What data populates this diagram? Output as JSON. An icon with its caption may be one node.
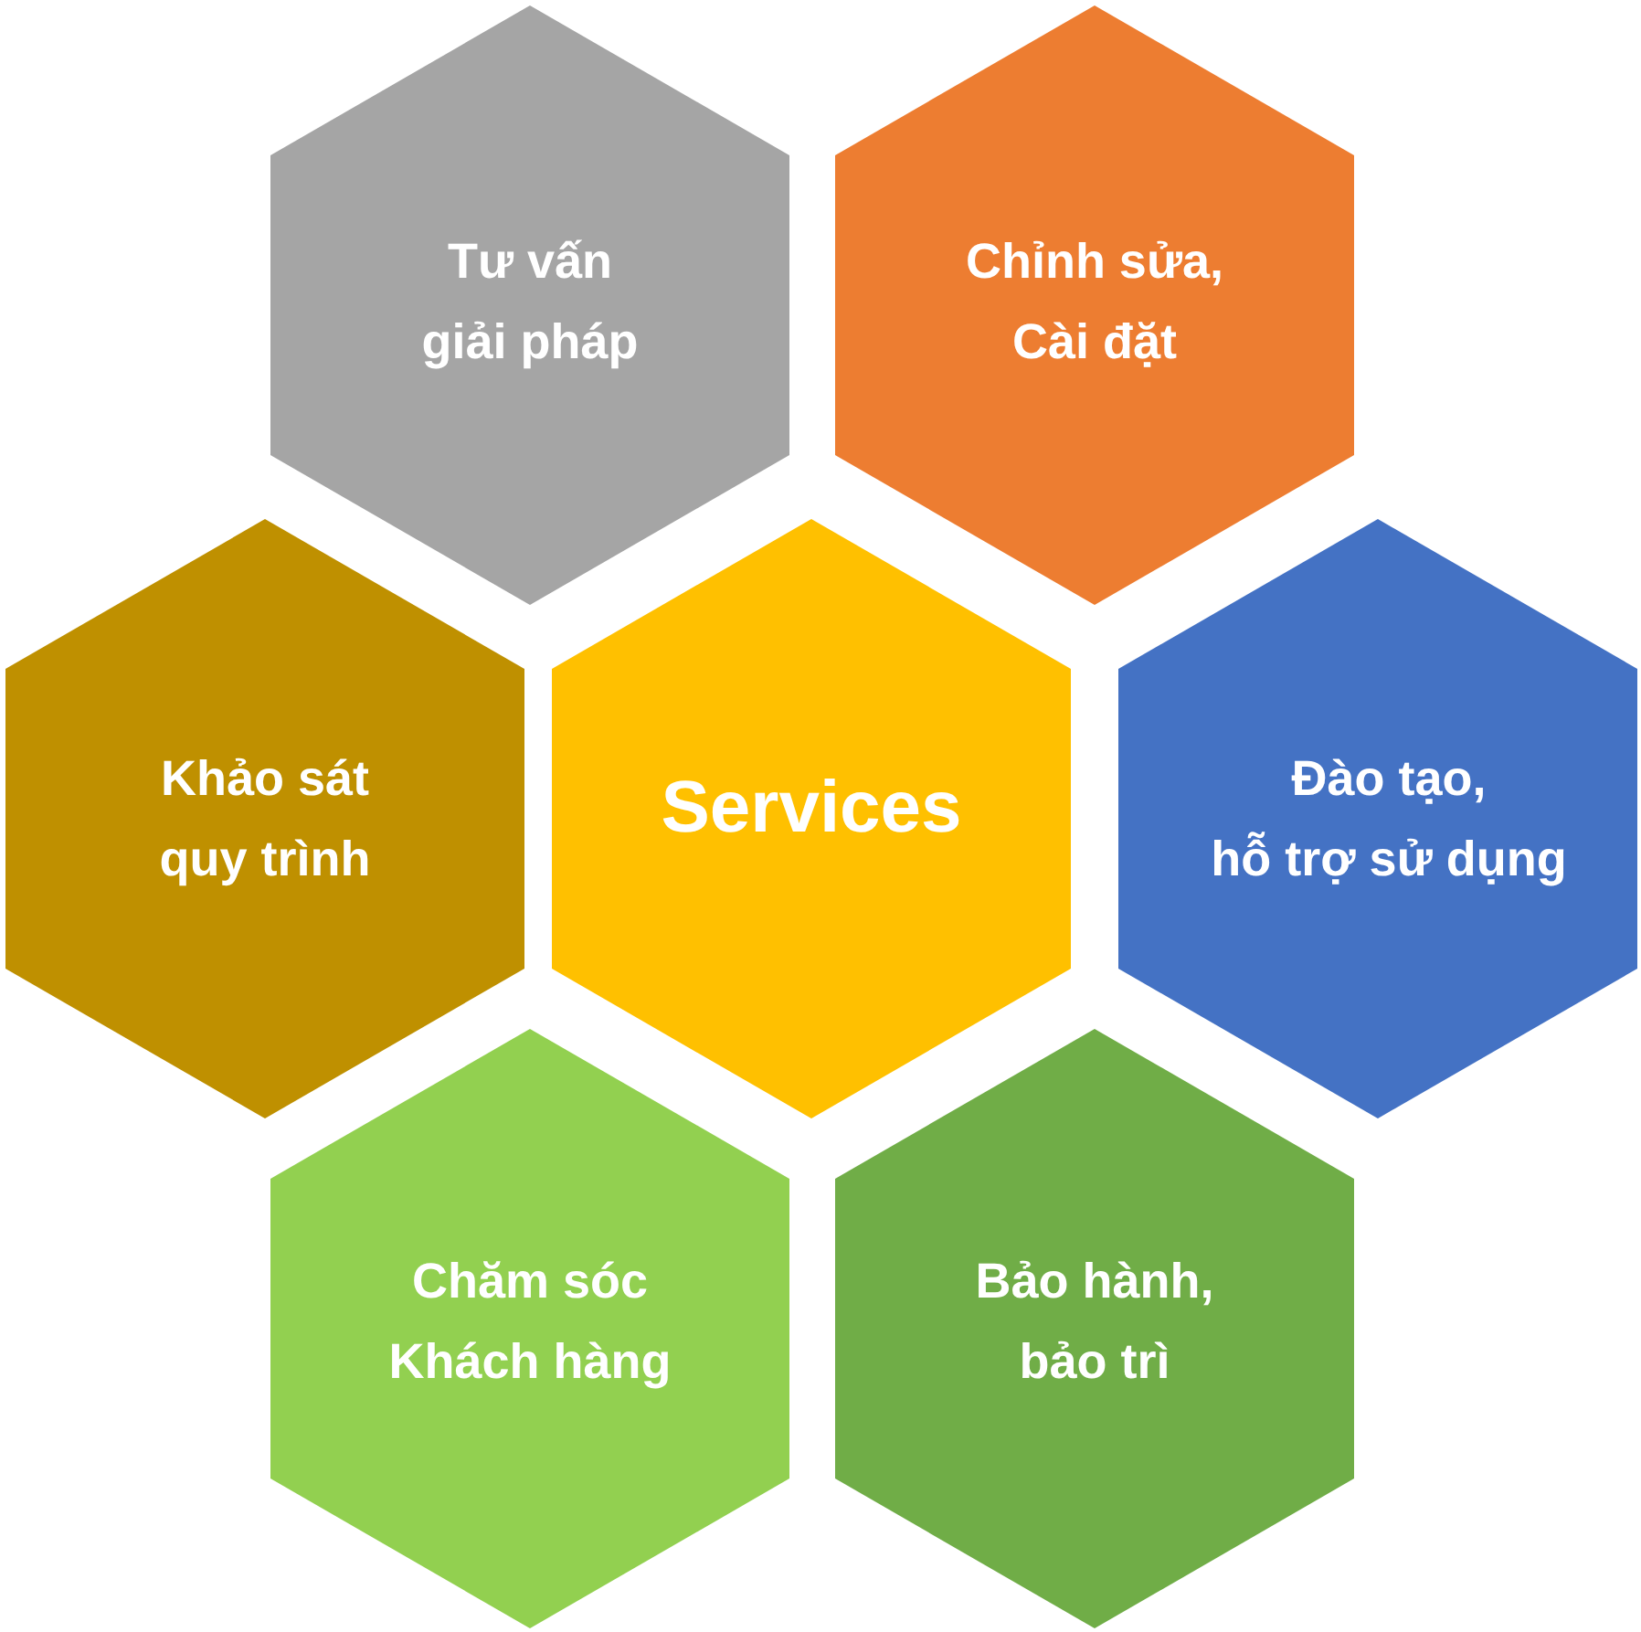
{
  "diagram": {
    "nodes": [
      {
        "text": [
          "Tư vấn giải pháp"
        ]
      },
      {
        "text": [
          "Chỉnh sửa, Cài đặt"
        ]
      },
      {
        "text": [
          "Khảo sát quy trình"
        ]
      },
      {
        "text": [
          "Services"
        ]
      },
      {
        "text": [
          "Đào tạo, hỗ trợ sử dụng"
        ]
      },
      {
        "text": [
          "Chăm sóc Khách hàng"
        ]
      },
      {
        "text": [
          "Bảo hành, bảo trì"
        ]
      }
    ]
  }
}
